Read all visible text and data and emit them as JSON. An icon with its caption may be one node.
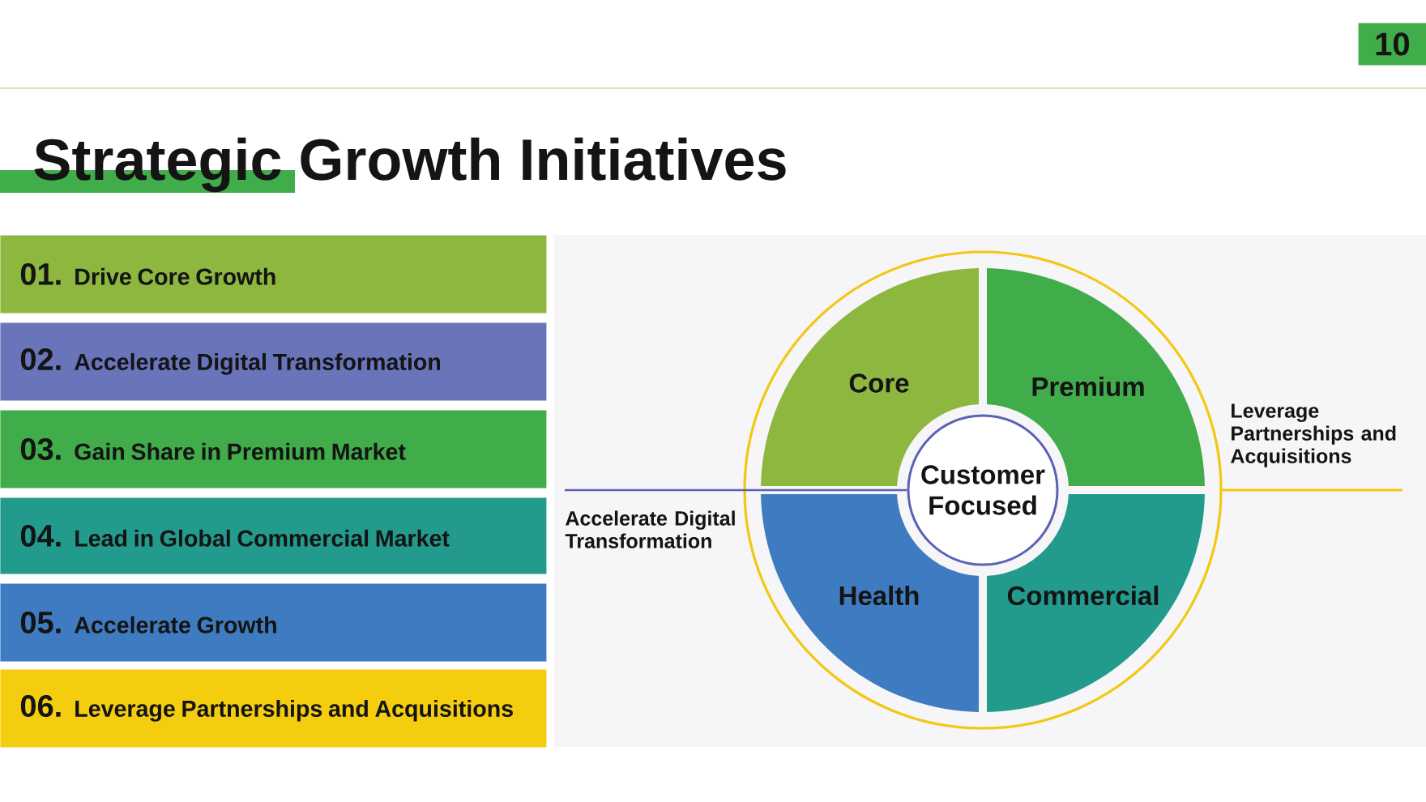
{
  "diagram": {
    "title": "Strategic Growth Initiatives",
    "nodes": [
      {
        "text": [
          "10"
        ]
      },
      {
        "text": [
          "01.",
          "Drive Core Growth"
        ]
      },
      {
        "text": [
          "02.",
          "Accelerate Digital Transformation"
        ]
      },
      {
        "text": [
          "03.",
          "Gain Share in Premium Market"
        ]
      },
      {
        "text": [
          "04.",
          "Lead in Global Commercial Market"
        ]
      },
      {
        "text": [
          "05.",
          "Accelerate Growth"
        ]
      },
      {
        "text": [
          "06.",
          "Leverage Partnerships and Acquisitions"
        ]
      },
      {
        "text": [],
        "shape": "circle"
      },
      {
        "text": [
          "Core"
        ],
        "in": 7
      },
      {
        "text": [
          "Premium"
        ],
        "in": 7
      },
      {
        "text": [
          "Customer Focused"
        ],
        "in": 7
      },
      {
        "text": [
          "Health"
        ],
        "in": 7
      },
      {
        "text": [
          "Commercial"
        ],
        "in": 7
      },
      {
        "text": [
          "Leverage Partnerships and Acquisitions"
        ]
      },
      {
        "text": [
          "Accelerate Digital Transformation"
        ]
      }
    ],
    "edges": [
      {
        "from": 14,
        "to": 10,
        "arrow": "none",
        "color": "#5b62b5"
      },
      {
        "from": 13,
        "to": 7,
        "arrow": "none",
        "color": "#f2c811"
      }
    ]
  }
}
